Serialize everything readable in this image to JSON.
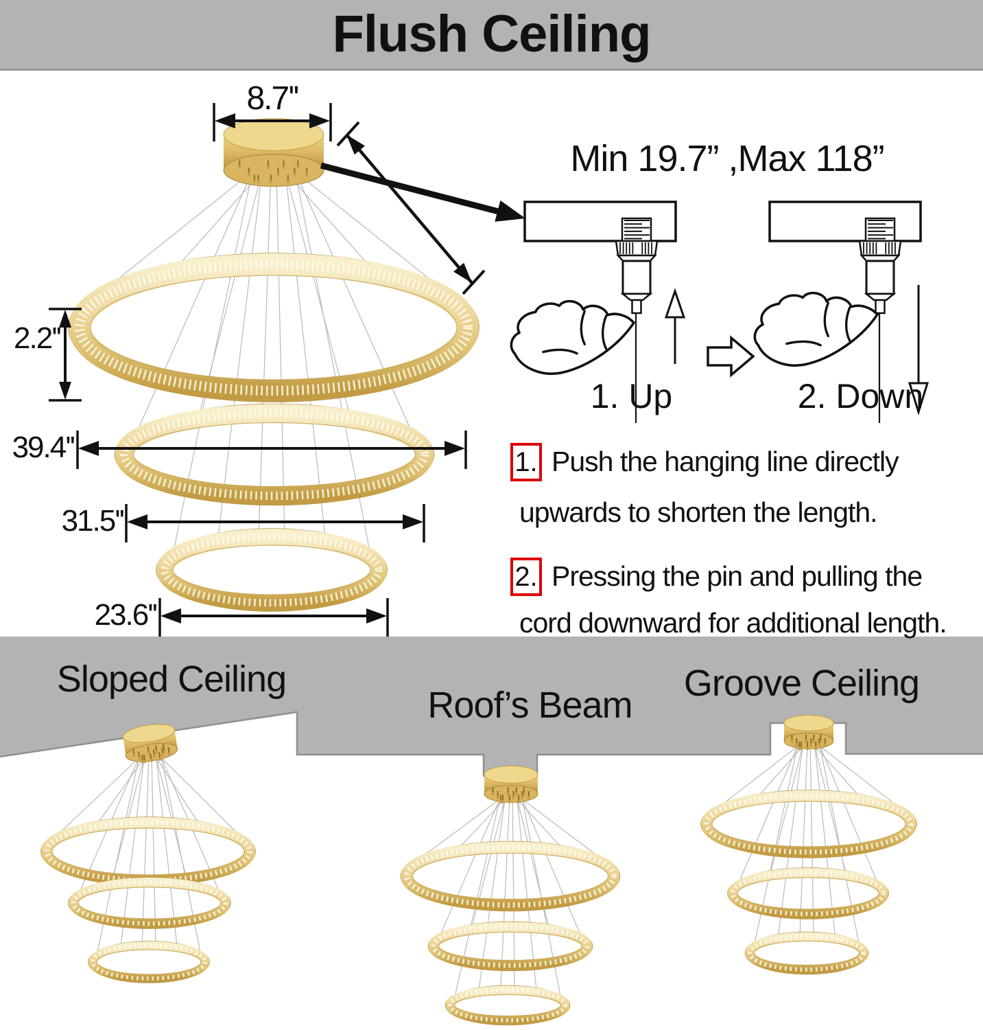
{
  "title": "Flush Ceiling",
  "dimensions": {
    "canopy_width": "8.7''",
    "ring_height": "2.2''",
    "ring_large": "39.4''",
    "ring_medium": "31.5''",
    "ring_small": "23.6''"
  },
  "adjustment": {
    "range_label": "Min 19.7” ,Max 118”",
    "step_up_label": "1. Up",
    "step_down_label": "2. Down",
    "instructions": [
      {
        "number": "1.",
        "line1": "Push the hanging line directly",
        "line2": "upwards to shorten the length."
      },
      {
        "number": "2.",
        "line1": "Pressing the pin and pulling the",
        "line2": "cord downward for additional length."
      }
    ]
  },
  "mount_types": {
    "sloped": "Sloped Ceiling",
    "beam": "Roof’s Beam",
    "groove": "Groove Ceiling"
  },
  "colors": {
    "band_gray": "#b3b3b3",
    "accent_red": "#dd0000",
    "gold": "#d7b266",
    "text": "#111111"
  }
}
